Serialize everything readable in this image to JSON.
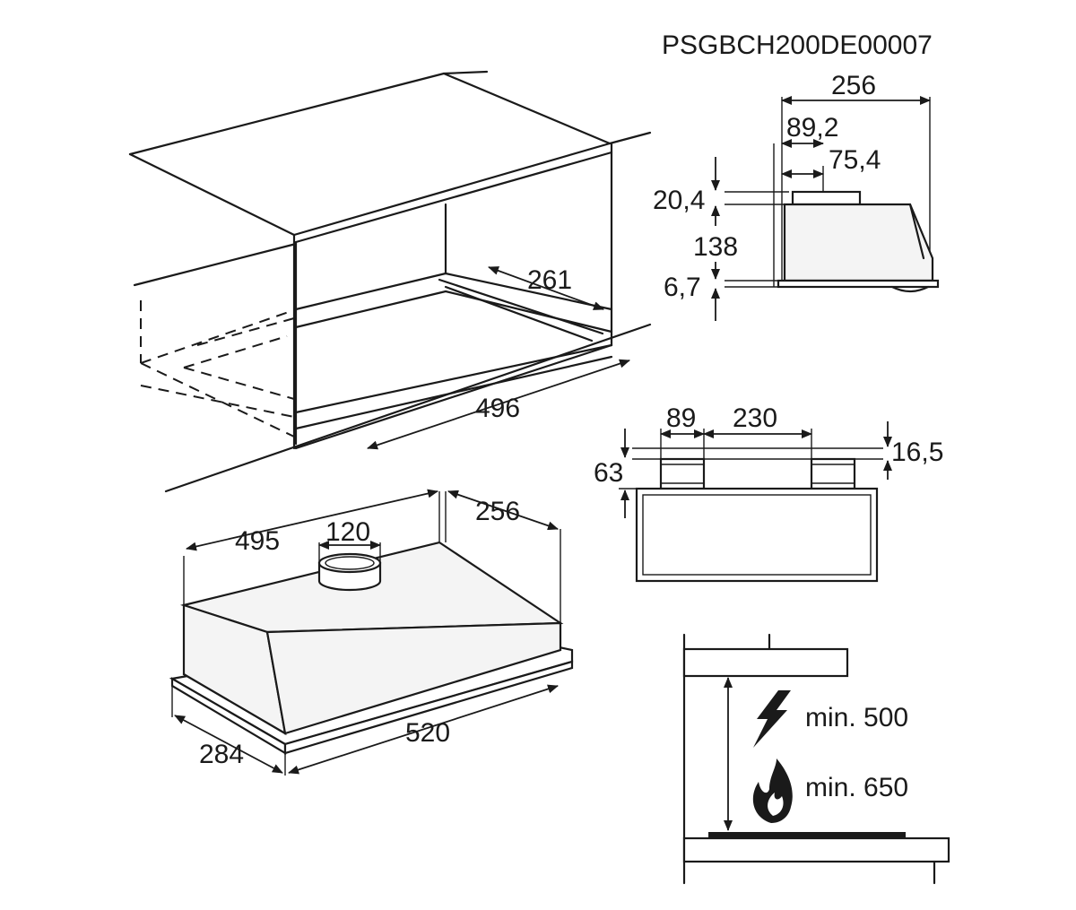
{
  "model_code": "PSGBCH200DE00007",
  "cabinet_view": {
    "depth_label": "261",
    "width_label": "496"
  },
  "side_view": {
    "overall_depth": "256",
    "outlet_offset": "89,2",
    "outlet_width": "75,4",
    "outlet_height": "20,4",
    "body_height": "138",
    "bottom_lip": "6,7"
  },
  "hood_3d": {
    "depth_label": "495",
    "outlet_diameter": "120",
    "top_depth": "256",
    "front_width": "520",
    "side_depth": "284"
  },
  "front_view": {
    "spacing_a": "89",
    "spacing_b": "230",
    "top_height": "16,5",
    "outlet_height": "63"
  },
  "clearance": {
    "electric_label": "min. 500",
    "gas_label": "min. 650",
    "electric_icon": "lightning-bolt-icon",
    "gas_icon": "flame-icon"
  }
}
